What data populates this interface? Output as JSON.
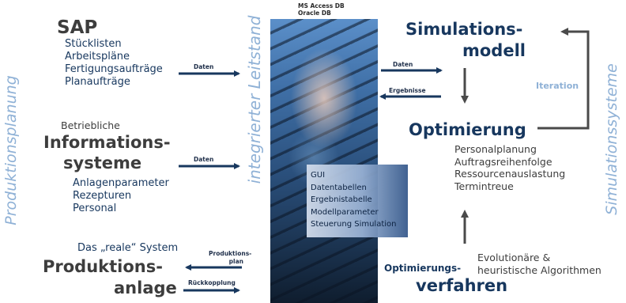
{
  "db_label": [
    "MS Access DB",
    "Oracle DB"
  ],
  "sap": {
    "title": "SAP",
    "items": [
      "Stücklisten",
      "Arbeitspläne",
      "Fertigungsaufträge",
      "Planaufträge"
    ]
  },
  "info": {
    "pre": "Betriebliche",
    "title": [
      "Informations-",
      "systeme"
    ],
    "items": [
      "Anlagenparameter",
      "Rezepturen",
      "Personal"
    ]
  },
  "anlage": {
    "pre": "Das „reale“ System",
    "title": [
      "Produktions-",
      "anlage"
    ]
  },
  "left_vertical": "Produktionsplanung",
  "center_vertical": "integrierter Leitstand",
  "right_vertical": "Simulationssysteme",
  "arrows": {
    "daten1": "Daten",
    "daten2": "Daten",
    "produktionsplan": [
      "Produktions-",
      "plan"
    ],
    "rueckkopplung": "Rückkopplung",
    "daten3": "Daten",
    "ergebnisse": "Ergebnisse"
  },
  "gui_items": [
    "GUI",
    "Datentabellen",
    "Ergebnistabelle",
    "Modellparameter",
    "Steuerung Simulation"
  ],
  "sim": {
    "title": [
      "Simulations-",
      "modell"
    ]
  },
  "iteration": "Iteration",
  "opt": {
    "title": "Optimierung",
    "items": [
      "Personalplanung",
      "Auftragsreihenfolge",
      "Ressourcenauslastung",
      "Termintreue"
    ]
  },
  "optverf": {
    "title1": "Optimierungs-",
    "title2": "verfahren",
    "desc": [
      "Evolutionäre &",
      "heuristische Algorithmen"
    ]
  },
  "colors": {
    "dark_blue": "#17375e",
    "gray": "#3d3d3d",
    "light_blue": "#8fb1d6",
    "arrow_gray": "#4a4a4a"
  }
}
